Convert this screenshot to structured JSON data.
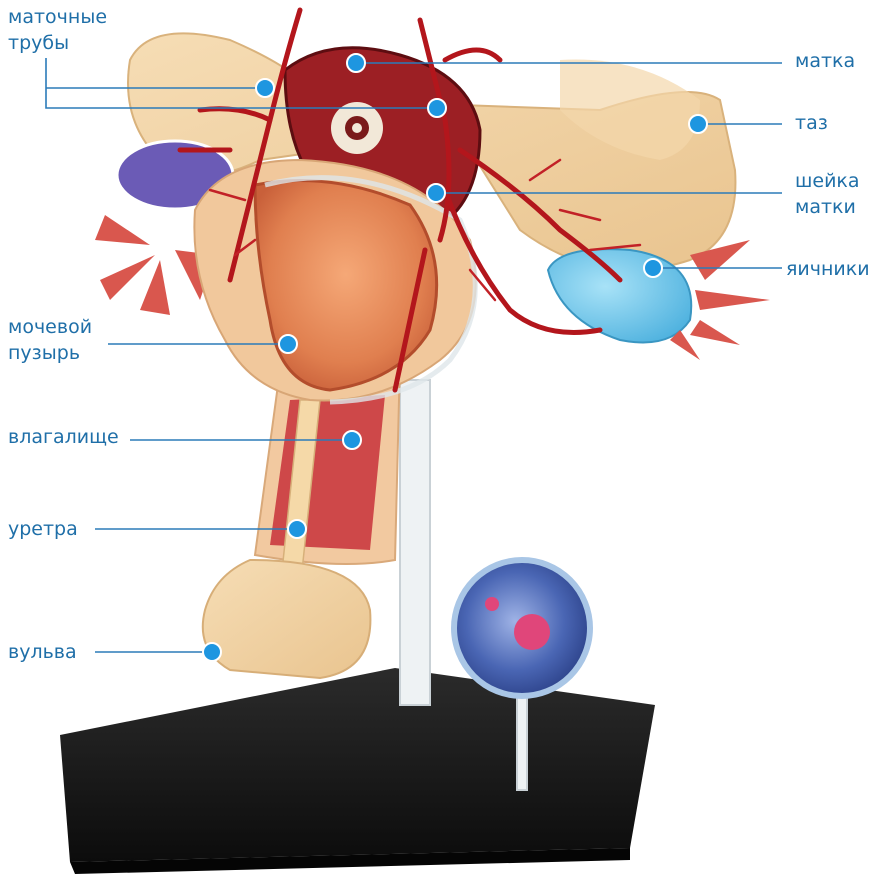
{
  "labels": {
    "fallopian_tubes": {
      "line1": "маточные",
      "line2": "трубы"
    },
    "uterus": "матка",
    "pelvis": "таз",
    "cervix": {
      "line1": "шейка",
      "line2": "матки"
    },
    "ovaries": "яичники",
    "bladder": {
      "line1": "мочевой",
      "line2": "пузырь"
    },
    "vagina": "влагалище",
    "urethra": "уретра",
    "vulva": "вульва"
  },
  "colors": {
    "label_text": "#1f6fa8",
    "leader_line": "#2b7bb9",
    "marker_dot": "#1e96e0",
    "pelvis_bone": "#f2d3a4",
    "vessels": "#b3161c",
    "ovary": "#6fc6ea",
    "bladder_tissue": "#e8875a",
    "stand_base": "#151515",
    "egg_cell": "#3e5fa8",
    "nucleus": "#e0467a"
  }
}
